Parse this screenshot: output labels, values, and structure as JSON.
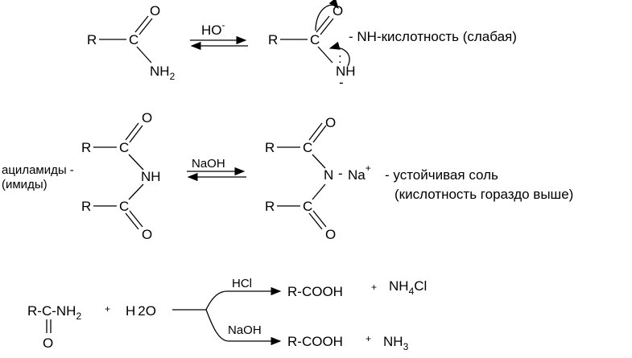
{
  "atoms": {
    "r": "R",
    "c": "C",
    "o": "O",
    "n": "N",
    "nh": "NH",
    "h": "H",
    "na": "Na",
    "sub2": "2",
    "sub3": "3",
    "sub4": "4",
    "minus": "-",
    "plus": "+",
    "dots": ":"
  },
  "reaction1": {
    "reagent": "HO",
    "note": "- NH-кислотность (слабая)"
  },
  "reaction2": {
    "reagent": "NaOH",
    "label_line1": "ациламиды -",
    "label_line2": "(имиды)",
    "note_line1": "- устойчивая соль",
    "note_line2": "(кислотность гораздо выше)",
    "dash": "-"
  },
  "reaction3": {
    "reactant_rc": "R-C-",
    "nh": "NH",
    "plus": "+",
    "water_h": "H",
    "water_o": "2O",
    "acid_reagent": "HCl",
    "base_reagent": "NaOH",
    "product_acid": "R-COOH",
    "product_salt_a": "NH",
    "product_salt_b": "Cl",
    "product_base": "R-COOH",
    "product_ammonia": "NH"
  }
}
